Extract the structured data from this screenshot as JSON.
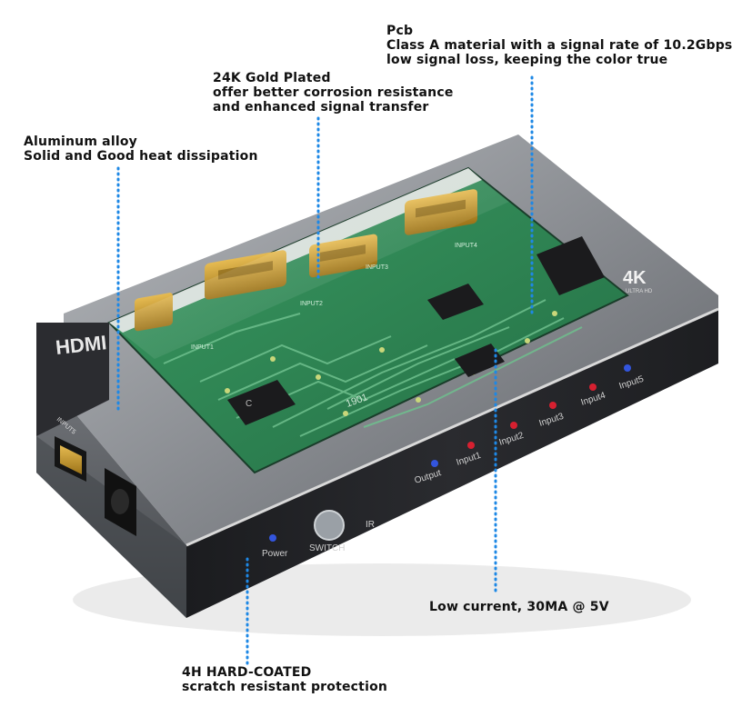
{
  "callouts": {
    "pcb": {
      "title": "Pcb",
      "line1": "Class A material with a signal rate of 10.2Gbps",
      "line2": "low signal loss, keeping the color true"
    },
    "gold": {
      "title": "24K Gold Plated",
      "line1": "offer better corrosion resistance",
      "line2": "and enhanced signal transfer"
    },
    "aluminum": {
      "title": "Aluminum alloy",
      "line1": "Solid and Good heat dissipation"
    },
    "current": {
      "title": "Low current, 30MA @ 5V"
    },
    "coating": {
      "title": "4H HARD-COATED",
      "line1": "scratch resistant protection"
    }
  },
  "device": {
    "brand_logo": "HDMI",
    "badge": "4K",
    "badge_sub": "ULTRA HD",
    "side_port_label": "INPUT5",
    "pcb_marking": "1901",
    "chip_label": "C",
    "port_labels": [
      "INPUT1",
      "INPUT2",
      "INPUT3",
      "INPUT4"
    ],
    "front_labels": {
      "power": "Power",
      "switch": "SWITCH",
      "ir": "IR",
      "output": "Output",
      "input1": "Input1",
      "input2": "Input2",
      "input3": "Input3",
      "input4": "Input4",
      "input5": "Input5"
    }
  },
  "colors": {
    "accent_dots": "#1e88e5",
    "led_blue": "#3355dd",
    "led_red": "#d62030",
    "shell": "#8a8d92",
    "pcb": "#2f8a55",
    "panel": "#222326",
    "gold": "#c8992e"
  }
}
